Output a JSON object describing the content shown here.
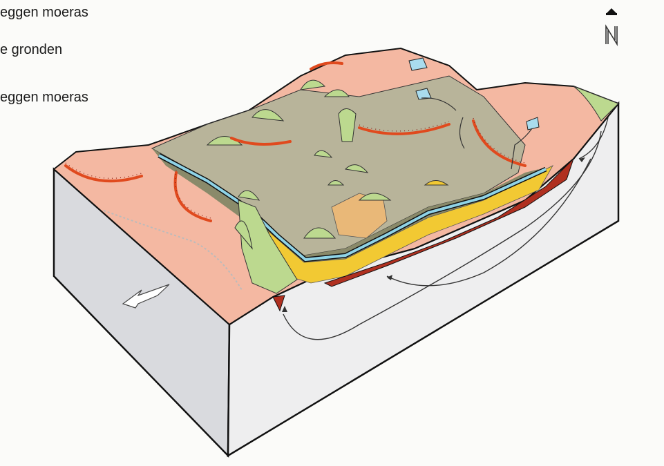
{
  "legend": {
    "items": [
      {
        "label": "eggen moeras"
      },
      {
        "label": "e gronden"
      },
      {
        "label": "eggen moeras"
      }
    ]
  },
  "compass": {
    "letter": "N",
    "icon": "north-arrow-icon"
  },
  "colors": {
    "upland": "#f5b7a1",
    "valley_floor": "#b9b59a",
    "green": "#bcd98f",
    "yellow": "#f2c933",
    "river": "#8fd3e6",
    "dark_red": "#b03020",
    "ridge_red": "#e04a1e",
    "block_side": "#dcdde0",
    "block_front": "#f1f1f1"
  }
}
